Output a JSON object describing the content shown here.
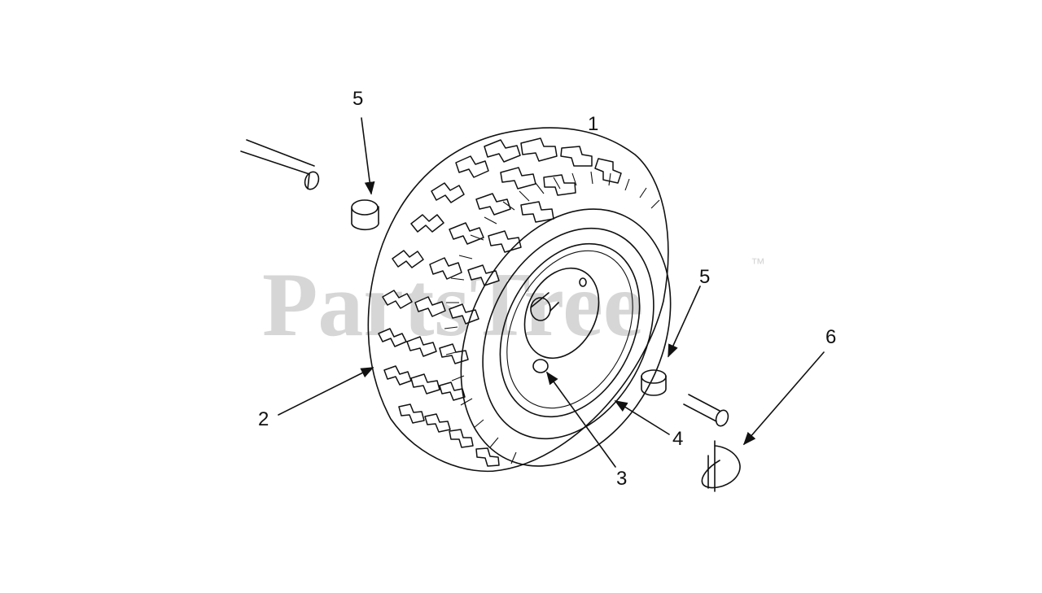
{
  "watermark": {
    "text": "PartsTree",
    "trademark": "™"
  },
  "callouts": {
    "c1": "1",
    "c2": "2",
    "c3": "3",
    "c4": "4",
    "c5a": "5",
    "c5b": "5",
    "c6": "6"
  },
  "parts": [
    {
      "id": "tire",
      "callout": "1"
    },
    {
      "id": "tread-lug",
      "callout": "2"
    },
    {
      "id": "rim-hole",
      "callout": "3"
    },
    {
      "id": "wheel-rim",
      "callout": "4"
    },
    {
      "id": "bushing",
      "callout": "5"
    },
    {
      "id": "hairpin-clip",
      "callout": "6"
    }
  ],
  "colors": {
    "line": "#111111",
    "watermark": "#d6d6d6",
    "background": "#ffffff"
  }
}
